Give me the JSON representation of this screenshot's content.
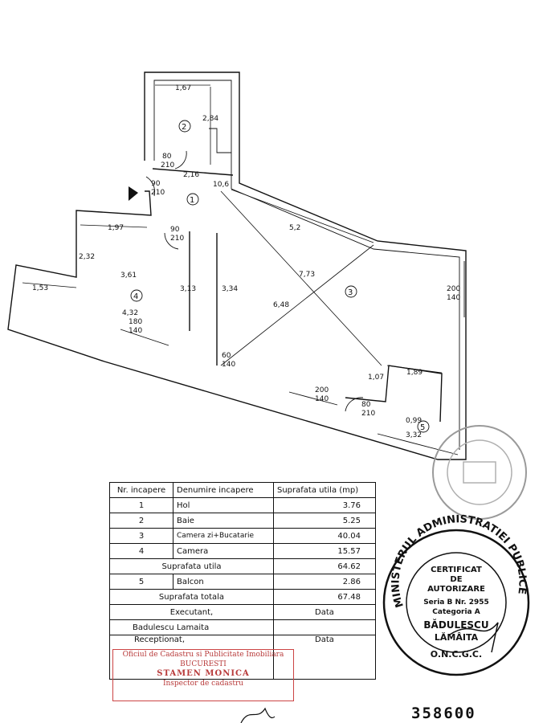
{
  "plan": {
    "dimensions": [
      "1,67",
      "2,84",
      "80",
      "210",
      "2,16",
      "10,6",
      "90",
      "210",
      "90",
      "210",
      "1,97",
      "2,32",
      "3,61",
      "1,53",
      "3,13",
      "3,34",
      "5,2",
      "7,73",
      "6,48",
      "200",
      "140",
      "4,32",
      "180",
      "140",
      "60",
      "140",
      "200",
      "140",
      "1,07",
      "1,89",
      "80",
      "210",
      "0,99",
      "3,32"
    ],
    "room_labels": [
      "1",
      "2",
      "3",
      "4",
      "5"
    ]
  },
  "table": {
    "header": {
      "nr": "Nr. incapere",
      "name": "Denumire incapere",
      "area": "Suprafata utila (mp)"
    },
    "rows": [
      {
        "nr": "1",
        "name": "Hol",
        "area": "3.76"
      },
      {
        "nr": "2",
        "name": "Baie",
        "area": "5.25"
      },
      {
        "nr": "3",
        "name": "Camera zi+Bucatarie",
        "area": "40.04"
      },
      {
        "nr": "4",
        "name": "Camera",
        "area": "15.57"
      }
    ],
    "useful_label": "Suprafata utila",
    "useful_value": "64.62",
    "balcony": {
      "nr": "5",
      "name": "Balcon",
      "area": "2.86"
    },
    "total_label": "Suprafata totala",
    "total_value": "67.48",
    "executant_label": "Executant,",
    "executant_date": "Data",
    "executant_name": "Badulescu Lamaita",
    "receptionat_label": "Receptionat,",
    "receptionat_date": "Data"
  },
  "red_stamp": {
    "line1": "Oficiul de Cadastru si Publicitate Imobiliara",
    "line2": "BUCURESTI",
    "line3": "STAMEN MONICA",
    "line4": "Inspector de cadastru"
  },
  "certificate_stamp": {
    "ring": "MINISTERUL ADMINISTRATIEI PUBLICE",
    "l1": "CERTIFICAT",
    "l2": "DE",
    "l3": "AUTORIZARE",
    "l4": "Seria B  Nr. 2955",
    "l5": "Categoria A",
    "l6": "BĂDULESCU",
    "l7": "LĂMÂITA",
    "l8": "O.N.C.G.C."
  },
  "document_number": "358600"
}
